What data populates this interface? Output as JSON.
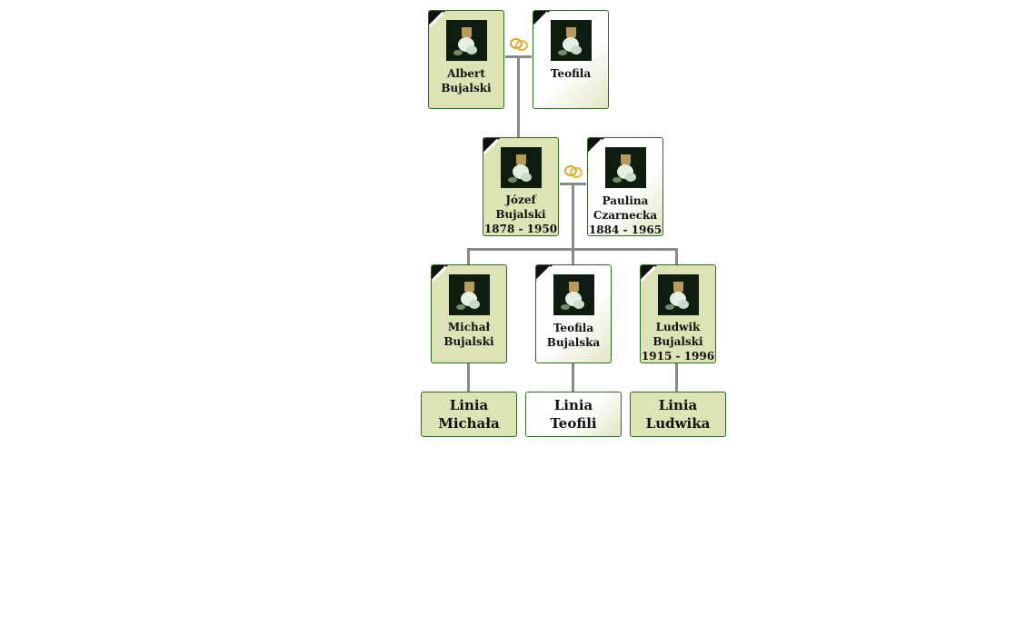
{
  "people": {
    "albert": {
      "first": "Albert",
      "last": "Bujalski",
      "dates": ""
    },
    "teofila_w": {
      "first": "Teofila",
      "last": "",
      "dates": ""
    },
    "jozef": {
      "first": "Józef",
      "last": "Bujalski",
      "dates": "1878 - 1950"
    },
    "paulina": {
      "first": "Paulina",
      "last": "Czarnecka",
      "dates": "1884 - 1965"
    },
    "michal": {
      "first": "Michał",
      "last": "Bujalski",
      "dates": ""
    },
    "teofila_b": {
      "first": "Teofila",
      "last": "Bujalska",
      "dates": ""
    },
    "ludwik": {
      "first": "Ludwik",
      "last": "Bujalski",
      "dates": "1915 - 1996"
    }
  },
  "lineages": {
    "michal": {
      "line1": "Linia",
      "line2": "Michała"
    },
    "teofila": {
      "line1": "Linia",
      "line2": "Teofili"
    },
    "ludwik": {
      "line1": "Linia",
      "line2": "Ludwika"
    }
  },
  "colors": {
    "male_card": "#dde3b4",
    "card_border": "#2e6b22",
    "connector": "#8a8a8a",
    "marriage_rings": "#d4a82a"
  },
  "icons": {
    "photo": "memorial-photo-icon",
    "deceased": "mourning-ribbon-icon",
    "marriage": "wedding-rings-icon"
  }
}
